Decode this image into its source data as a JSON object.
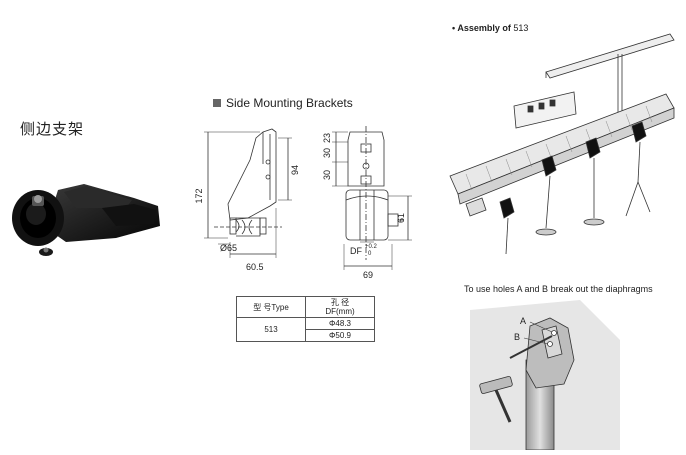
{
  "product_title": "侧边支架",
  "section": {
    "label": "Side Mounting Brackets"
  },
  "dimensions": {
    "height_172": "172",
    "height_94": "94",
    "diameter": "Ø65",
    "width_605": "60.5",
    "top_23": "23",
    "top_30a": "30",
    "top_30b": "30",
    "right_61": "61",
    "df": "DF",
    "df_tol_plus": "+0.2",
    "df_tol_zero": "0",
    "width_69": "69"
  },
  "spec_table": {
    "col1_header": "型 号Type",
    "col2_header_line1": "孔 径",
    "col2_header_line2": "DF(mm)",
    "type_value": "513",
    "df_values": [
      "Φ48.3",
      "Φ50.9"
    ]
  },
  "assembly": {
    "prefix": "• Assembly of",
    "model": "513"
  },
  "holes_note": "To use holes A and B break out the diaphragms",
  "hole_labels": {
    "a": "A",
    "b": "B"
  }
}
